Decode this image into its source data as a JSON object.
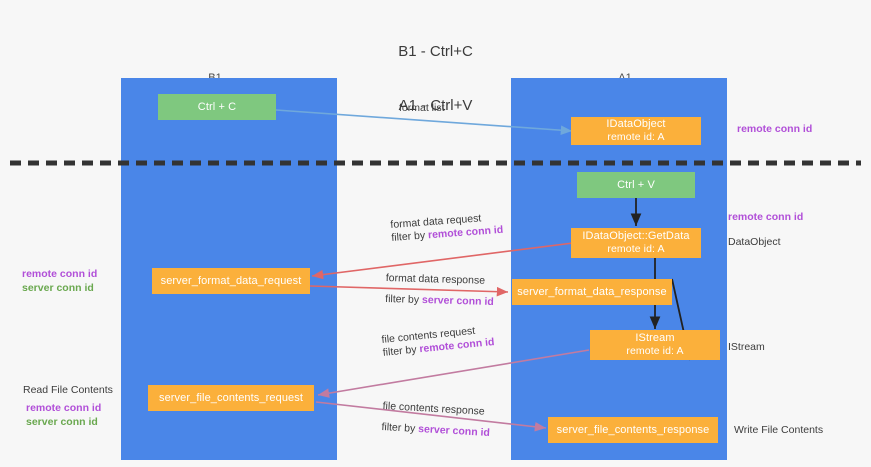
{
  "title": {
    "line1": "B1 - Ctrl+C",
    "line2": "A1 - Ctrl+V"
  },
  "columns": [
    {
      "name": "B1",
      "role": "connection"
    },
    {
      "name": "A1",
      "role": "remote"
    }
  ],
  "nodes": {
    "ctrl_c": {
      "label": "Ctrl + C",
      "color": "#7fc87f"
    },
    "ctrl_v": {
      "label": "Ctrl + V",
      "color": "#7fc87f"
    },
    "idataobject": {
      "line1": "IDataObject",
      "line2": "remote id: A",
      "color": "#fbb03b"
    },
    "idataobject_getdata": {
      "line1": "IDataObject::GetData",
      "line2": "remote id: A",
      "color": "#fbb03b"
    },
    "istream": {
      "line1": "IStream",
      "line2": "remote id: A",
      "color": "#fbb03b"
    },
    "server_format_data_request": {
      "label": "server_format_data_request",
      "color": "#fbb03b"
    },
    "server_format_data_response": {
      "label": "server_format_data_response",
      "color": "#fbb03b"
    },
    "server_file_contents_request": {
      "label": "server_file_contents_request",
      "color": "#fbb03b"
    },
    "server_file_contents_response": {
      "label": "server_file_contents_response",
      "color": "#fbb03b"
    }
  },
  "edges": {
    "format_list": {
      "label": "format list",
      "color": "#6fa8dc"
    },
    "format_data_request": {
      "line1": "format data request",
      "line2_prefix": "filter by ",
      "line2_key": "remote conn id",
      "color": "#e06666"
    },
    "format_data_response": {
      "line1": "format data response",
      "line2_prefix": "filter by ",
      "line2_key": "server conn id",
      "color": "#e06666"
    },
    "file_contents_request": {
      "line1": "file contents request",
      "line2_prefix": "filter by ",
      "line2_key": "remote conn id",
      "color": "#c27ba0"
    },
    "file_contents_response": {
      "line1": "file contents response",
      "line2_prefix": "filter by ",
      "line2_key": "server conn id",
      "color": "#c27ba0"
    }
  },
  "annotations": {
    "right_top_remote_conn_id": "remote conn id",
    "right_mid_remote_conn_id": "remote conn id",
    "right_dataobject": "DataObject",
    "right_istream": "IStream",
    "right_write_file_contents": "Write File Contents",
    "left_conn_ids": {
      "remote": "remote conn id",
      "server": "server conn id"
    },
    "left_read_file_contents": "Read File Contents",
    "left_conn_ids2": {
      "remote": "remote conn id",
      "server": "server conn id"
    }
  },
  "colors": {
    "lane": "#4a86e8",
    "green": "#7fc87f",
    "orange": "#fbb03b",
    "divider": "#333333",
    "accent_purple": "#b14fd8",
    "accent_green": "#6aa84f",
    "arrow_blue": "#6fa8dc",
    "arrow_red": "#e06666",
    "arrow_magenta": "#c27ba0",
    "arrow_dark": "#222222"
  }
}
